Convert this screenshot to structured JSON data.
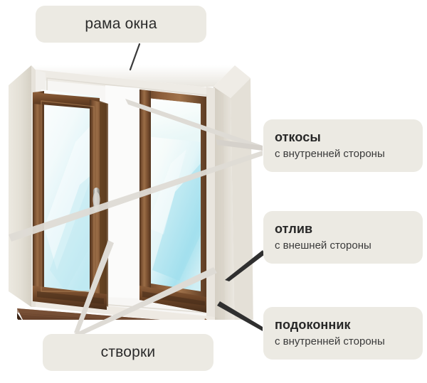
{
  "diagram": {
    "title": "Схема оконного проёма",
    "subject": "window-cutaway",
    "background_color": "#ffffff",
    "chip_color": "#ECEAE3",
    "text_color": "#272727",
    "leader_light_color": "#d8d6d1",
    "leader_dark_color": "#3a3a3a"
  },
  "callouts": [
    {
      "id": "rama",
      "title": "рама окна",
      "subtitle": "",
      "position": "top-left",
      "leader": "dark"
    },
    {
      "id": "otkosy",
      "title": "откосы",
      "subtitle": "с внутренней стороны",
      "position": "right-upper",
      "leader": "light"
    },
    {
      "id": "otliv",
      "title": "отлив",
      "subtitle": "с внешней стороны",
      "position": "right-middle",
      "leader": "dark"
    },
    {
      "id": "podokonnik",
      "title": "подоконник",
      "subtitle": "с внутренней стороны",
      "position": "right-lower",
      "leader": "dark"
    },
    {
      "id": "stvorki",
      "title": "створки",
      "subtitle": "",
      "position": "bottom-left",
      "leader": "light"
    }
  ],
  "illustration": {
    "parts": {
      "outer_slope": "откос",
      "frame": "рама",
      "left_sash": "открытая створка",
      "right_sash": "глухая створка",
      "sill": "подоконник",
      "drip": "отлив",
      "handle": "ручка"
    },
    "colors": {
      "slope_light": "#f2f1ee",
      "slope_shade": "#dedad1",
      "slope_dark": "#cdc8bd",
      "frame_white": "#f6f5f3",
      "wood_light": "#9a6b43",
      "wood_mid": "#7c5130",
      "wood_dark": "#5a3a22",
      "sill_top": "#6b4430",
      "sill_front": "#4a2d1e",
      "glass_top": "#fbfdfd",
      "glass_mid": "#e8f6f8",
      "glass_blue": "#a9e4f0",
      "handle": "#b9b6b1"
    }
  }
}
